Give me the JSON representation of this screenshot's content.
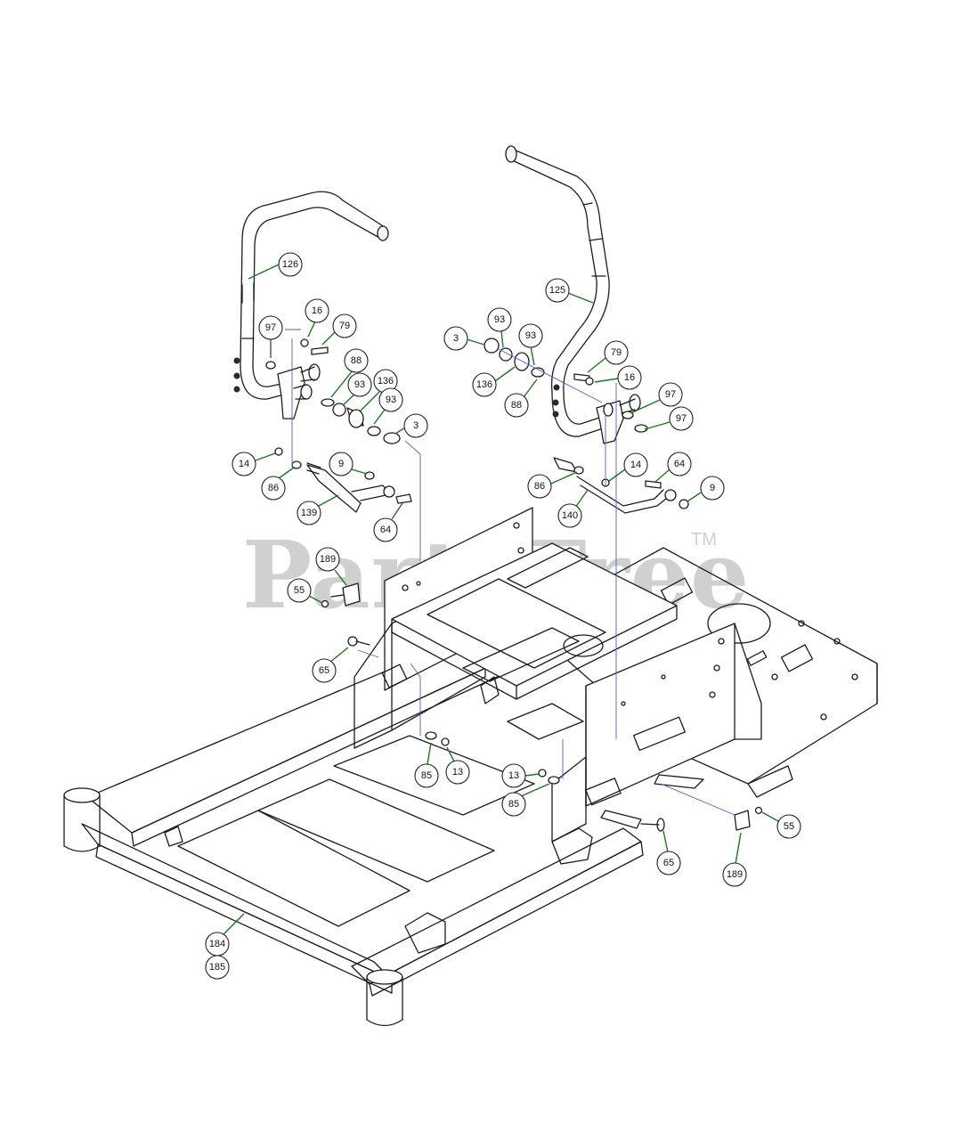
{
  "watermark": {
    "text": "PartsTree",
    "trademark": "TM"
  },
  "leader_color": "#1a7a1a",
  "guide_color": "#4f5fd0",
  "callouts": [
    {
      "label": "126"
    },
    {
      "label": "97"
    },
    {
      "label": "16"
    },
    {
      "label": "79"
    },
    {
      "label": "88"
    },
    {
      "label": "93"
    },
    {
      "label": "136"
    },
    {
      "label": "93"
    },
    {
      "label": "3"
    },
    {
      "label": "14"
    },
    {
      "label": "86"
    },
    {
      "label": "9"
    },
    {
      "label": "139"
    },
    {
      "label": "64"
    },
    {
      "label": "125"
    },
    {
      "label": "3"
    },
    {
      "label": "93"
    },
    {
      "label": "93"
    },
    {
      "label": "136"
    },
    {
      "label": "88"
    },
    {
      "label": "79"
    },
    {
      "label": "16"
    },
    {
      "label": "97"
    },
    {
      "label": "97"
    },
    {
      "label": "14"
    },
    {
      "label": "64"
    },
    {
      "label": "86"
    },
    {
      "label": "9"
    },
    {
      "label": "140"
    },
    {
      "label": "189"
    },
    {
      "label": "55"
    },
    {
      "label": "65"
    },
    {
      "label": "85"
    },
    {
      "label": "13"
    },
    {
      "label": "13"
    },
    {
      "label": "85"
    },
    {
      "label": "55"
    },
    {
      "label": "65"
    },
    {
      "label": "189"
    },
    {
      "label": "184"
    },
    {
      "label": "185"
    }
  ]
}
